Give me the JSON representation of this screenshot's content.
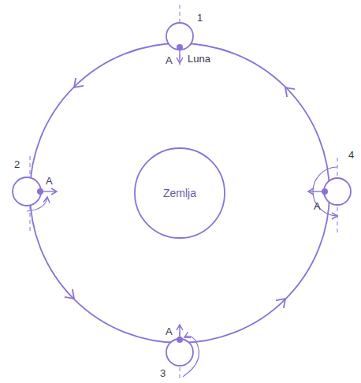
{
  "diagram": {
    "nodes": [
      {
        "text": [
          "Zemlja"
        ]
      }
    ],
    "labels": [
      "1",
      "A",
      "Luna",
      "2",
      "A",
      "4",
      "A",
      "3",
      "A"
    ]
  }
}
